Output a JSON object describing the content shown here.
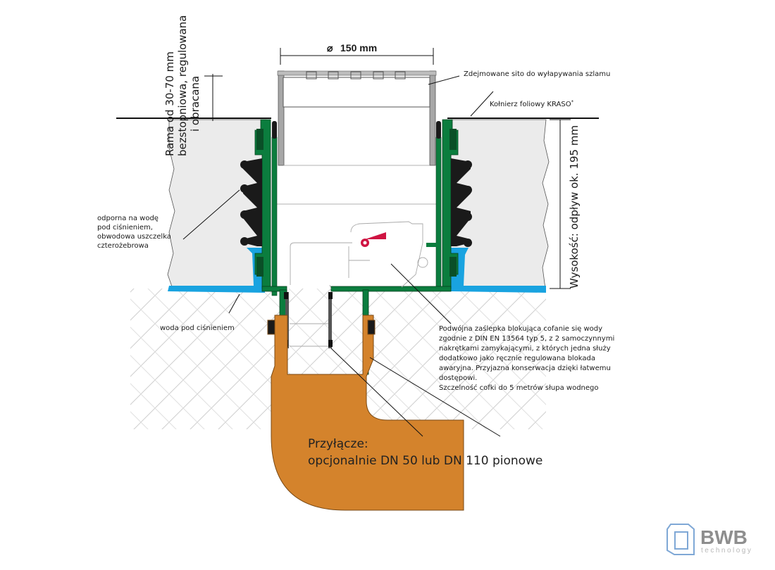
{
  "title": "Wpust podłogowy z zaślepką antyzalewową – przekrój",
  "dimensions": {
    "diameter_symbol": "⌀",
    "diameter_value": "150 mm",
    "frame_label_lines": [
      "Rama od 30-70 mm",
      "bezstopniowa, regulowana",
      "i obracana"
    ],
    "height_label": "Wysokość: odpływ ok. 195 mm"
  },
  "callouts": {
    "sieve": "Zdejmowane sito do wyłapywania szlamu",
    "flange": "Kołnierz foliowy KRASO",
    "flange_mark": "*",
    "seal_lines": [
      "odporna na wodę",
      "pod ciśnieniem,",
      "obwodowa uszczelka",
      "czterożebrowa"
    ],
    "water": "woda pod ciśnieniem",
    "backflow_lines": [
      "Podwójna zaślepka blokująca cofanie się wody",
      "zgodnie z DIN EN 13564 typ 5, z 2 samoczynnymi",
      "nakrętkami zamykającymi, z których jedna służy",
      "dodatkowo jako ręcznie regulowana blokada",
      "awaryjna. Przyjazna konserwacja dzięki łatwemu",
      "dostępowi.",
      "Szczelność cofki do 5 metrów słupa wodnego"
    ],
    "connection_lines": [
      "Przyłącze:",
      "opcjonalnie DN 50 lub DN 110 pionowe"
    ]
  },
  "logo": {
    "name": "BWB",
    "sub": "technology"
  },
  "colors": {
    "green": "#0b7d3e",
    "dark_green": "#0a4f27",
    "orange": "#d4832c",
    "water_blue": "#19a3e0",
    "concrete": "#ebebeb",
    "grey_frame": "#a7a7a7",
    "seal_black": "#1a1a1a",
    "lever_red": "#cf1442",
    "logo_blue": "#7fa8d6"
  }
}
